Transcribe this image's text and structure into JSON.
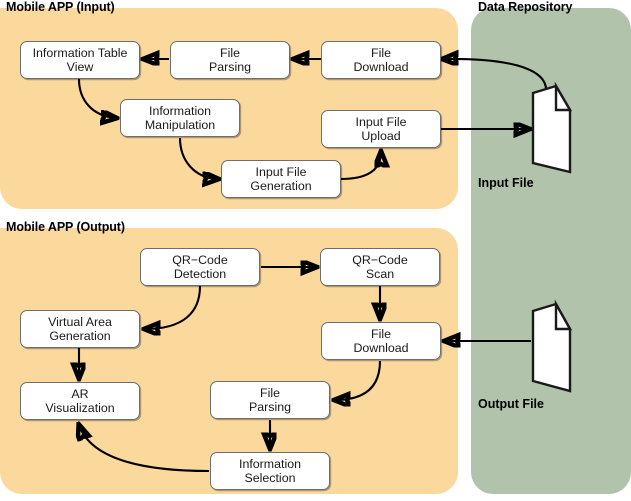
{
  "panels": {
    "input": {
      "title": "Mobile APP (Input)",
      "color": "#fbd89b"
    },
    "output": {
      "title": "Mobile APP (Output)",
      "color": "#fbd89b"
    },
    "repository": {
      "title": "Data Repository",
      "color": "#b2c3ac"
    }
  },
  "artifacts": {
    "input_file": {
      "label": "Input File",
      "icon": "document-icon"
    },
    "output_file": {
      "label": "Output File",
      "icon": "document-icon"
    }
  },
  "nodes": {
    "input": {
      "information_table_view": "Information Table\nView",
      "file_parsing": "File\nParsing",
      "file_download": "File\nDownload",
      "information_manipulation": "Information\nManipulation",
      "input_file_generation": "Input File\nGeneration",
      "input_file_upload": "Input File\nUpload"
    },
    "output": {
      "qr_code_detection": "QR−Code\nDetection",
      "qr_code_scan": "QR−Code\nScan",
      "virtual_area_generation": "Virtual Area\nGeneration",
      "file_download": "File\nDownload",
      "ar_visualization": "AR\nVisualization",
      "file_parsing": "File\nParsing",
      "information_selection": "Information\nSelection"
    }
  },
  "flows": {
    "input": [
      "Input File → File Download",
      "File Download → File Parsing",
      "File Parsing → Information Table View",
      "Information Table View → Information Manipulation",
      "Information Manipulation → Input File Generation",
      "Input File Generation → Input File Upload",
      "Input File Upload → Input File"
    ],
    "output": [
      "QR−Code Detection → QR−Code Scan",
      "QR−Code Detection → Virtual Area Generation",
      "QR−Code Scan → File Download",
      "Output File → File Download",
      "File Download → File Parsing",
      "File Parsing → Information Selection",
      "Information Selection → AR Visualization",
      "Virtual Area Generation → AR Visualization"
    ]
  }
}
